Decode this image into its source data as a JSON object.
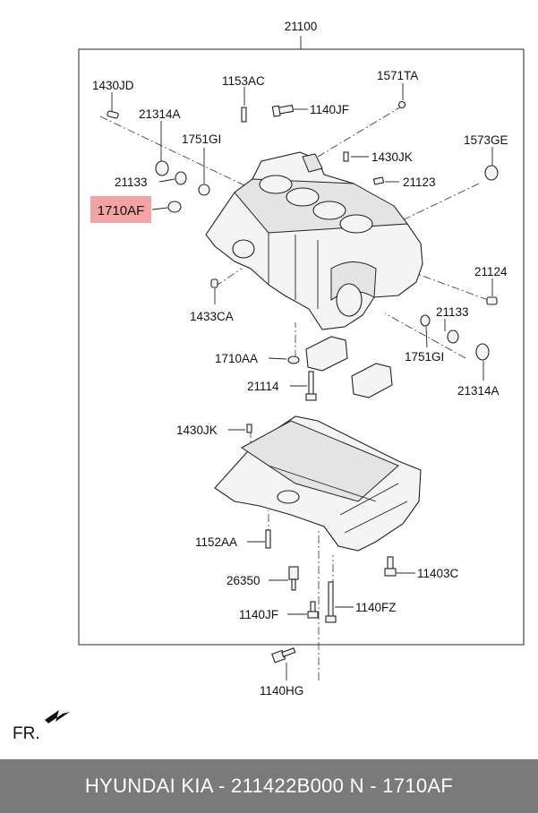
{
  "diagram": {
    "assembly_number": "21100",
    "highlighted_part": "1710AF",
    "direction_label": "FR.",
    "highlight_color": "#f4a3a3",
    "parts": {
      "p1430JD": "1430JD",
      "p21314A_top": "21314A",
      "p1153AC": "1153AC",
      "p1571TA": "1571TA",
      "p1140JF_top": "1140JF",
      "p1751GI_top": "1751GI",
      "p1573GE": "1573GE",
      "p1430JK_top": "1430JK",
      "p21133_left": "21133",
      "p21123": "21123",
      "p1710AF": "1710AF",
      "p21124": "21124",
      "p1433CA": "1433CA",
      "p21133_right": "21133",
      "p1710AA": "1710AA",
      "p1751GI_right": "1751GI",
      "p21114": "21114",
      "p21314A_right": "21314A",
      "p1430JK_bottom": "1430JK",
      "p1152AA": "1152AA",
      "p11403C": "11403C",
      "p26350": "26350",
      "p1140JF_bottom": "1140JF",
      "p1140FZ": "1140FZ",
      "p1140HG": "1140HG"
    }
  },
  "footer": {
    "text": "HYUNDAI  KIA - 211422B000     N - 1710AF"
  }
}
